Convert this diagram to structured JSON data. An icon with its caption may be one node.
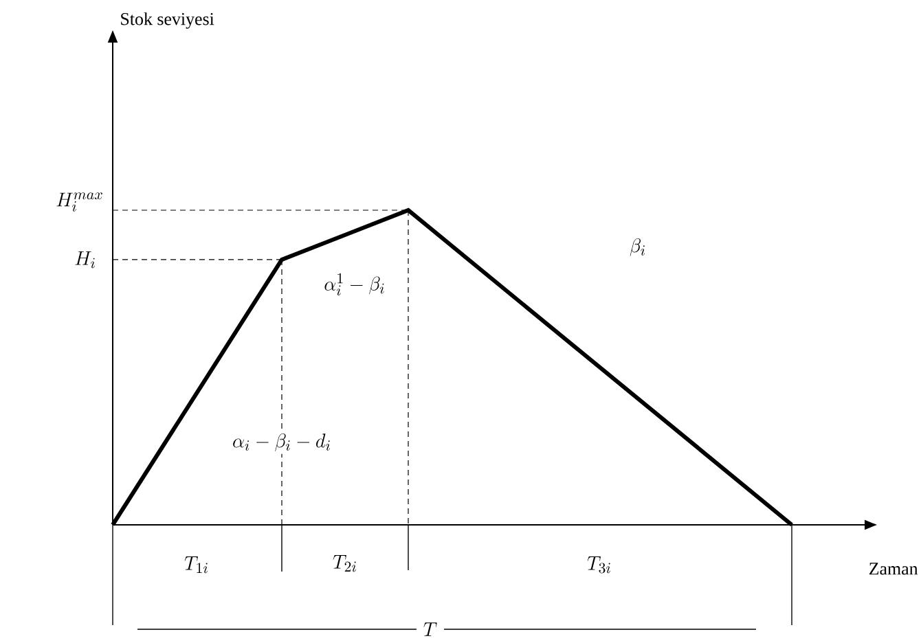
{
  "diagram": {
    "labels": [
      "Stok seviyesi",
      "H_i^{max}",
      "H_i",
      "\\alpha_i^1 - \\beta_i",
      "\\beta_i",
      "\\alpha_i - \\beta_i - d_i",
      "T_{1i}",
      "T_{2i}",
      "T_{3i}",
      "Zaman",
      "T"
    ]
  }
}
